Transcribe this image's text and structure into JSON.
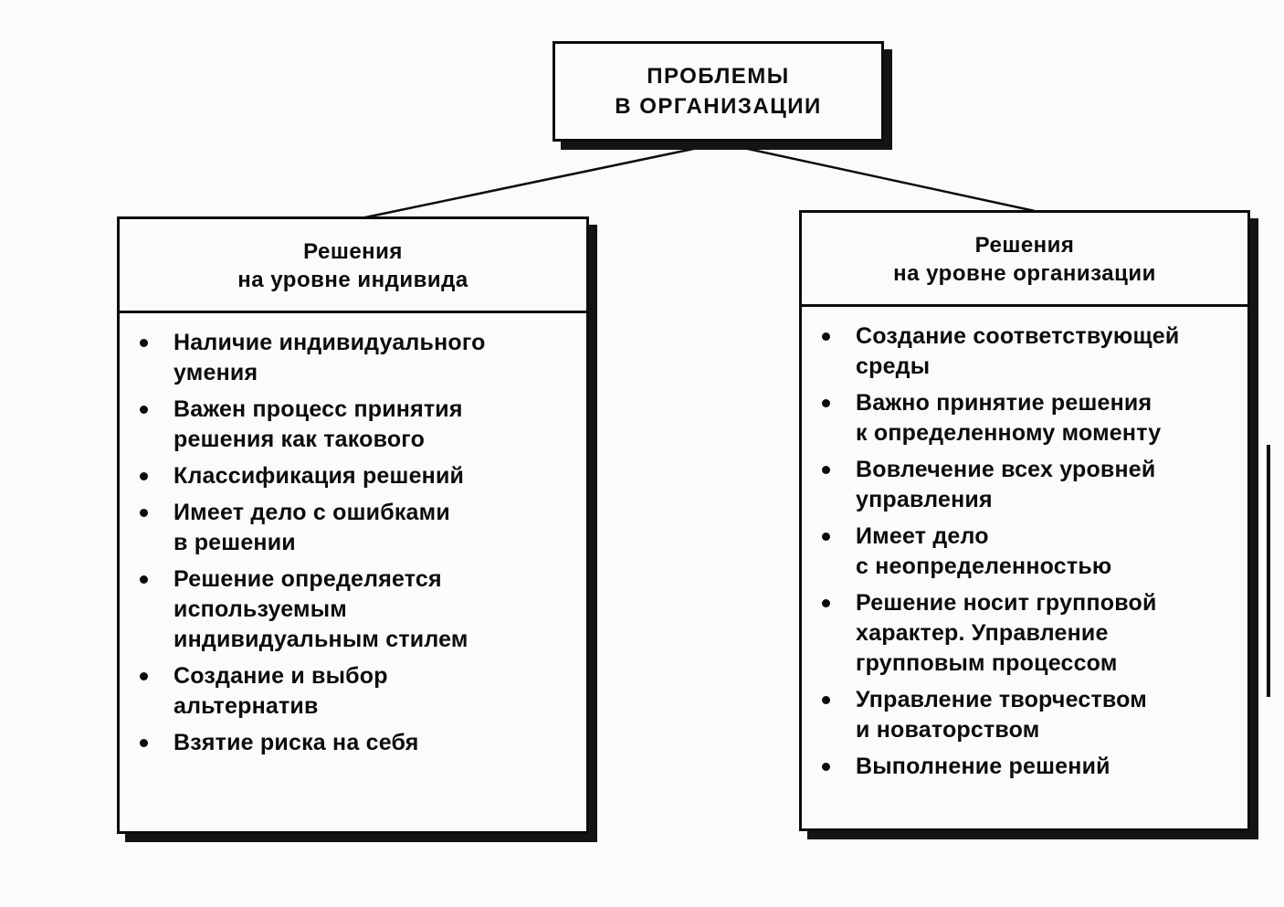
{
  "root": {
    "title": "ПРОБЛЕМЫ\nВ ОРГАНИЗАЦИИ"
  },
  "left_box": {
    "title": "Решения\nна уровне индивида",
    "items": [
      "Наличие индивидуального\nумения",
      "Важен процесс принятия\nрешения как такового",
      "Классификация решений",
      "Имеет дело с ошибками\nв решении",
      "Решение определяется\nиспользуемым\nиндивидуальным стилем",
      "Создание и выбор\nальтернатив",
      "Взятие риска на себя"
    ]
  },
  "right_box": {
    "title": "Решения\nна уровне организации",
    "items": [
      "Создание соответствующей\nсреды",
      "Важно принятие решения\nк определенному моменту",
      "Вовлечение всех уровней\nуправления",
      "Имеет дело\nс неопределенностью",
      "Решение носит групповой\nхарактер. Управление\nгрупповым процессом",
      "Управление творчеством\nи новаторством",
      "Выполнение решений"
    ]
  },
  "colors": {
    "ink": "#0c0c0c",
    "paper": "#fbfbfa"
  }
}
